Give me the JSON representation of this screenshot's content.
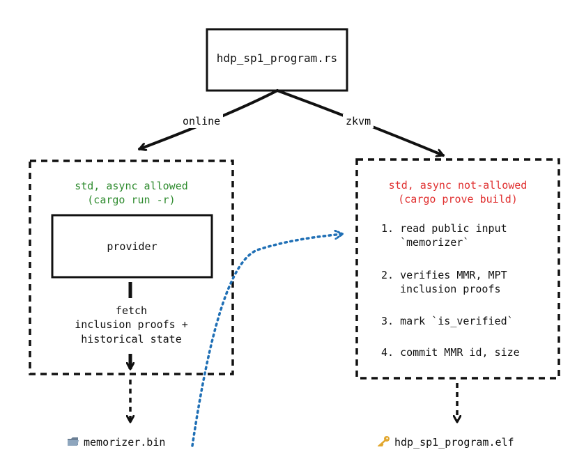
{
  "root_node": {
    "label": "hdp_sp1_program.rs"
  },
  "edges": {
    "online_label": "online",
    "zkvm_label": "zkvm"
  },
  "left_panel": {
    "title_line1": "std, async allowed",
    "title_line2": "(cargo run -r)",
    "provider_label": "provider",
    "fetch_lines": [
      "fetch",
      "inclusion proofs +",
      "historical state"
    ],
    "title_color": "#2e8b2e"
  },
  "right_panel": {
    "title_line1": "std, async not-allowed",
    "title_line2": "(cargo prove build)",
    "title_color": "#e03030",
    "steps": [
      {
        "line1": "1. read public input",
        "line2": "`memorizer`"
      },
      {
        "line1": "2. verifies MMR, MPT",
        "line2": "inclusion proofs"
      },
      {
        "line1": "3. mark `is_verified`",
        "line2": ""
      },
      {
        "line1": "4. commit MMR id, size",
        "line2": ""
      }
    ]
  },
  "outputs": {
    "memorizer_file": "memorizer.bin",
    "memorizer_icon": "folder-icon",
    "elf_file": "hdp_sp1_program.elf",
    "elf_icon": "key-icon"
  },
  "connector_color": "#1f6fb5"
}
